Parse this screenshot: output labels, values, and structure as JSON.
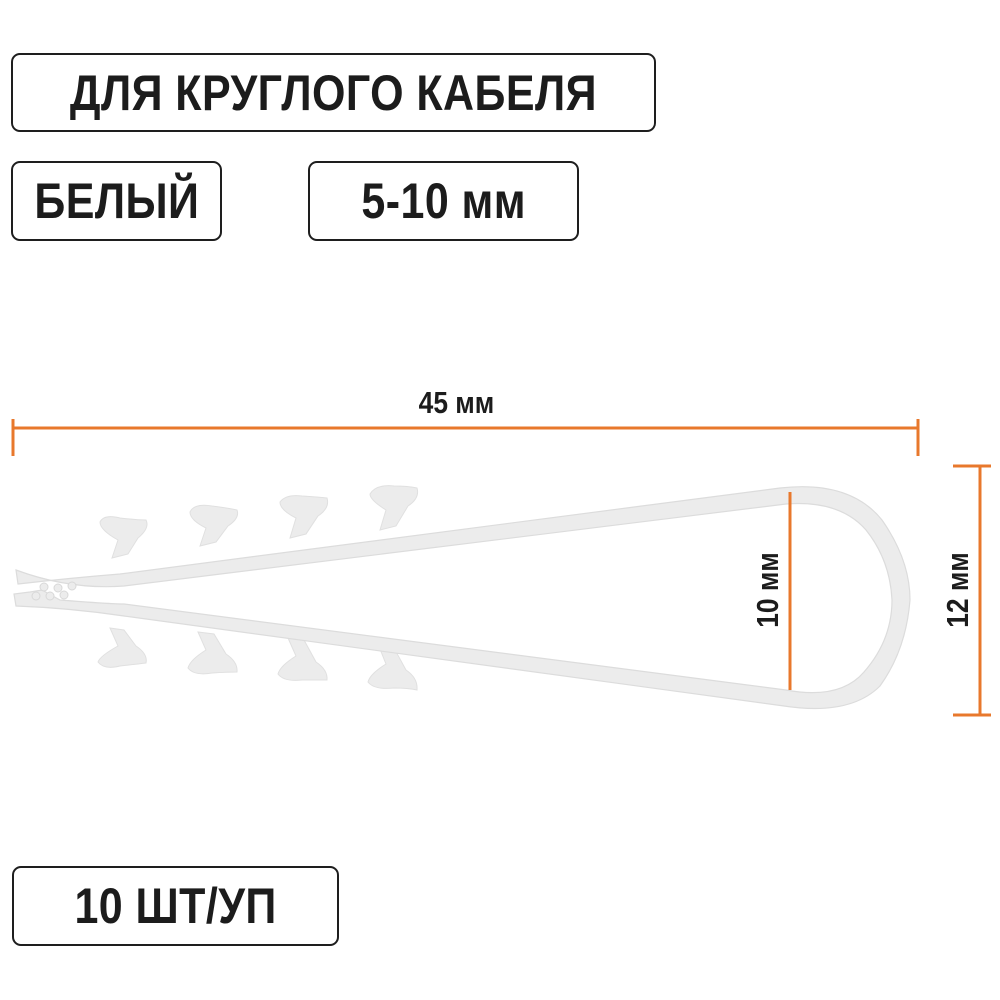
{
  "badges": {
    "title": "ДЛЯ КРУГЛОГО КАБЕЛЯ",
    "color": "БЕЛЫЙ",
    "cable_range": "5-10 мм",
    "pack_quantity": "10 ШТ/УП"
  },
  "dimensions": {
    "length": {
      "label": "45 мм",
      "value_mm": 45
    },
    "inner_width": {
      "label": "10 мм",
      "value_mm": 10
    },
    "outer_width": {
      "label": "12 мм",
      "value_mm": 12
    }
  },
  "product": {
    "name": "cable clip / dowel-clamp for round cable",
    "color_name": "white",
    "fins_per_side": 4
  },
  "colors": {
    "dimension_line": "#e8782c",
    "text": "#1c1c1c",
    "badge_border": "#1e1e1e",
    "clip_fill": "#ececec",
    "clip_edge": "#d6d6d6",
    "background": "#ffffff"
  }
}
